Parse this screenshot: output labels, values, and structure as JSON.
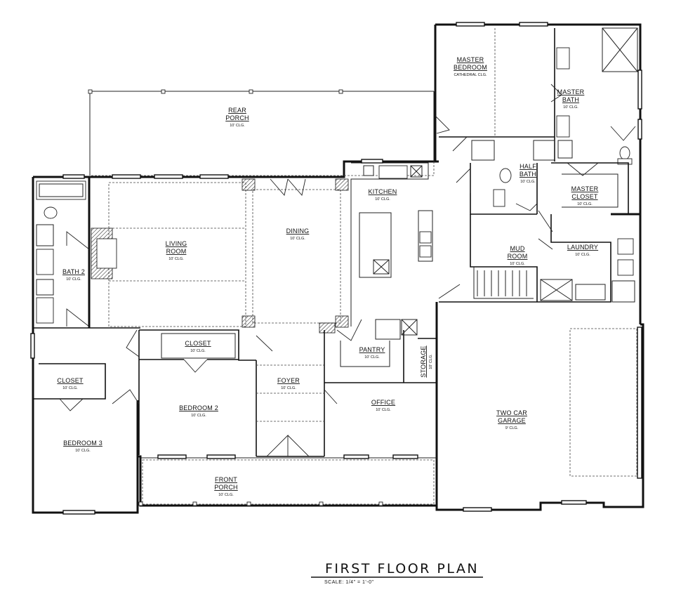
{
  "plan": {
    "title": "FIRST FLOOR PLAN",
    "scale": "SCALE: 1/4\" = 1'-0\""
  },
  "rooms": {
    "rear_porch": {
      "name1": "REAR",
      "name2": "PORCH",
      "clg": "10' CLG."
    },
    "master_bedroom": {
      "name1": "MASTER",
      "name2": "BEDROOM",
      "clg": "CATHEDRAL CLG."
    },
    "master_bath": {
      "name1": "MASTER",
      "name2": "BATH",
      "clg": "10' CLG."
    },
    "half_bath": {
      "name1": "HALF",
      "name2": "BATH",
      "clg": "10' CLG."
    },
    "master_closet": {
      "name1": "MASTER",
      "name2": "CLOSET",
      "clg": "10' CLG."
    },
    "kitchen": {
      "name": "KITCHEN",
      "clg": "10' CLG."
    },
    "dining": {
      "name": "DINING",
      "clg": "10' CLG."
    },
    "living_room": {
      "name1": "LIVING",
      "name2": "ROOM",
      "clg": "10' CLG."
    },
    "bath_2": {
      "name": "BATH 2",
      "clg": "10' CLG."
    },
    "mud_room": {
      "name1": "MUD",
      "name2": "ROOM",
      "clg": "10' CLG."
    },
    "laundry": {
      "name": "LAUNDRY",
      "clg": "10' CLG."
    },
    "closet_b2": {
      "name": "CLOSET",
      "clg": "10' CLG."
    },
    "closet_b3": {
      "name": "CLOSET",
      "clg": "10' CLG."
    },
    "pantry": {
      "name": "PANTRY",
      "clg": "10' CLG."
    },
    "storage": {
      "name": "STORAGE",
      "clg": "10' CLG."
    },
    "foyer": {
      "name": "FOYER",
      "clg": "10' CLG."
    },
    "bedroom_2": {
      "name": "BEDROOM 2",
      "clg": "10' CLG."
    },
    "office": {
      "name": "OFFICE",
      "clg": "10' CLG."
    },
    "bedroom_3": {
      "name": "BEDROOM 3",
      "clg": "10' CLG."
    },
    "garage": {
      "name1": "TWO CAR",
      "name2": "GARAGE",
      "clg": "9' CLG."
    },
    "front_porch": {
      "name1": "FRONT",
      "name2": "PORCH",
      "clg": "10' CLG."
    }
  }
}
